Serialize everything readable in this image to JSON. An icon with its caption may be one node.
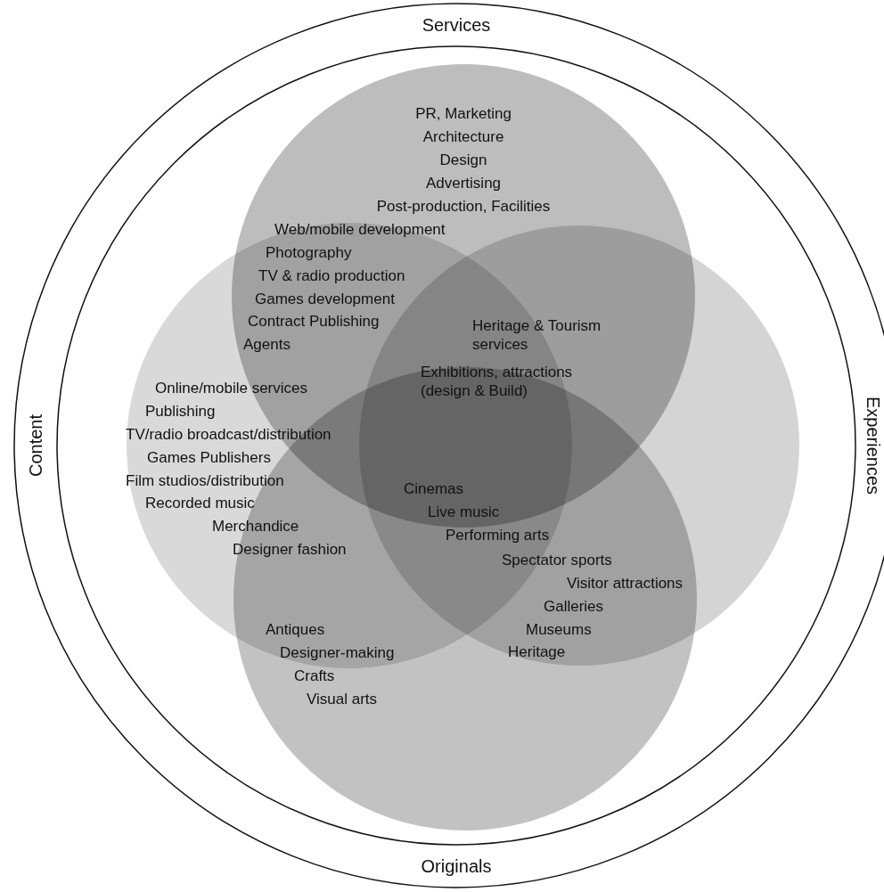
{
  "diagram": {
    "labels": [
      "Services",
      "PR, Marketing",
      "Architecture",
      "Design",
      "Advertising",
      "Post-production, Facilities",
      "Web/mobile development",
      "Photography",
      "TV & radio production",
      "Games development",
      "Contract Publishing",
      "Agents",
      "Heritage & Tourism services",
      "Exhibitions, attractions (design & Build)",
      "Content",
      "Experiences",
      "Online/mobile services",
      "Publishing",
      "TV/radio broadcast/distribution",
      "Games Publishers",
      "Film studios/distribution",
      "Recorded music",
      "Merchandice",
      "Designer fashion",
      "Cinemas",
      "Live music",
      "Performing arts",
      "Spectator sports",
      "Visitor attractions",
      "Galleries",
      "Museums",
      "Heritage",
      "Antiques",
      "Designer-making",
      "Crafts",
      "Visual arts",
      "Originals"
    ]
  }
}
